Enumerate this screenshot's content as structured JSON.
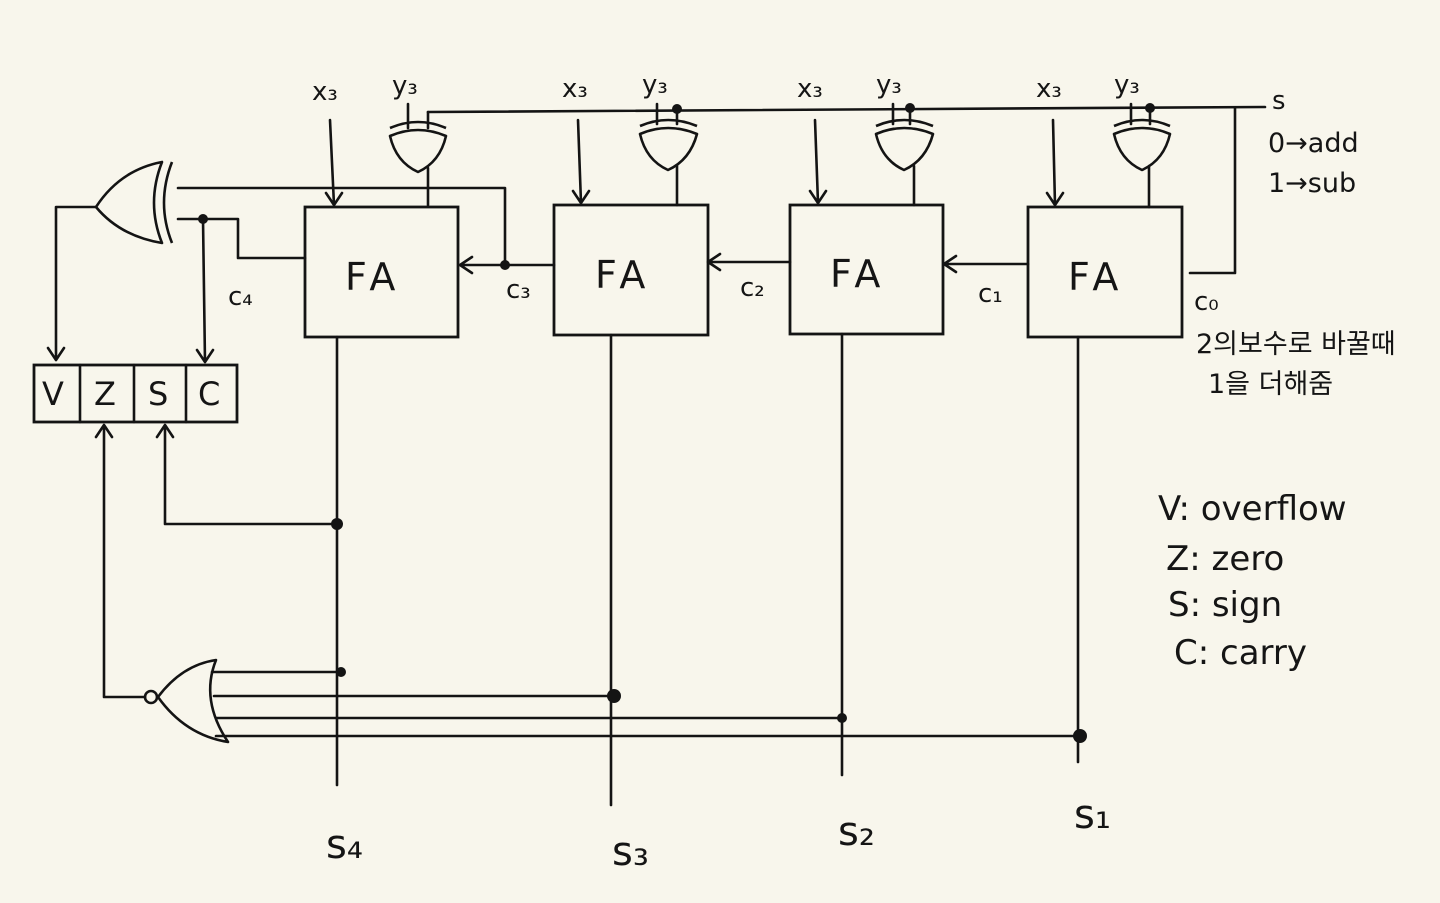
{
  "inputs": [
    {
      "x": "x₃",
      "y": "y₃"
    },
    {
      "x": "x₃",
      "y": "y₃"
    },
    {
      "x": "x₃",
      "y": "y₃"
    },
    {
      "x": "x₃",
      "y": "y₃"
    }
  ],
  "control": {
    "label": "s",
    "add": "0→add",
    "sub": "1→sub"
  },
  "adders": [
    "FA",
    "FA",
    "FA",
    "FA"
  ],
  "carries": {
    "c4": "c₄",
    "c3": "c₃",
    "c2": "c₂",
    "c1": "c₁",
    "c0": "c₀"
  },
  "outputs": [
    "s₄",
    "s₃",
    "s₂",
    "s₁"
  ],
  "flags": [
    "V",
    "Z",
    "S",
    "C"
  ],
  "note": [
    "2의보수로 바꿀때",
    "1을 더해줌"
  ],
  "legend": [
    "V: overflow",
    "Z: zero",
    "S: sign",
    "C: carry"
  ]
}
